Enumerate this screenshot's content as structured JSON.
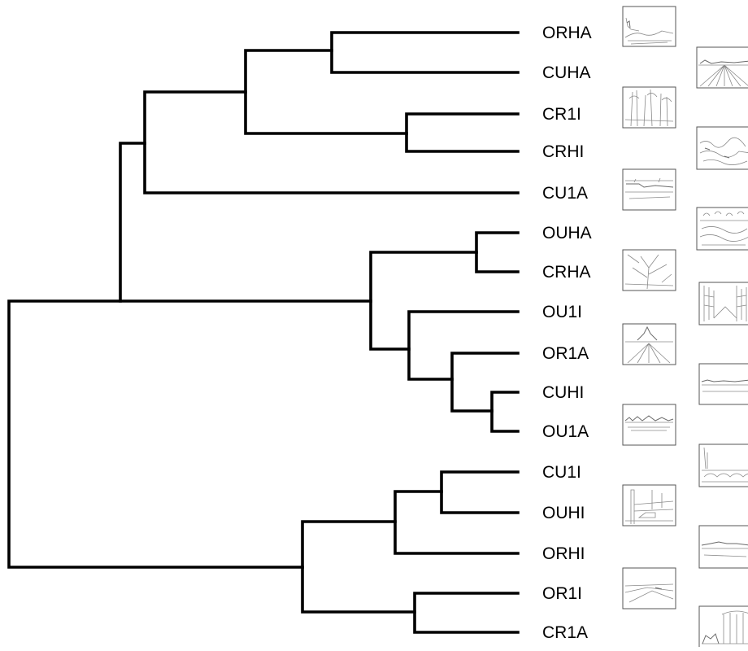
{
  "dendrogram": {
    "leaves": [
      {
        "label": "ORHA",
        "icon": "ridge-landscape-sketch-icon"
      },
      {
        "label": "CUHA",
        "icon": "perspective-road-sketch-icon"
      },
      {
        "label": "CR1I",
        "icon": "forest-trees-sketch-icon"
      },
      {
        "label": "CRHI",
        "icon": "rocky-shore-sketch-icon"
      },
      {
        "label": "CU1A",
        "icon": "riverbank-sketch-icon"
      },
      {
        "label": "OUHA",
        "icon": "crowd-room-sketch-icon"
      },
      {
        "label": "CRHA",
        "icon": "tree-branches-sketch-icon"
      },
      {
        "label": "OU1I",
        "icon": "city-street-sketch-icon"
      },
      {
        "label": "OR1A",
        "icon": "hill-monastery-sketch-icon"
      },
      {
        "label": "CUHI",
        "icon": "flat-horizon-sketch-icon"
      },
      {
        "label": "OU1A",
        "icon": "waterfront-town-sketch-icon"
      },
      {
        "label": "CU1I",
        "icon": "bridge-river-sketch-icon"
      },
      {
        "label": "OUHI",
        "icon": "industrial-street-sketch-icon"
      },
      {
        "label": "ORHI",
        "icon": "distant-shore-sketch-icon"
      },
      {
        "label": "OR1I",
        "icon": "coastal-road-sketch-icon"
      },
      {
        "label": "CR1A",
        "icon": "columns-building-sketch-icon"
      }
    ]
  }
}
